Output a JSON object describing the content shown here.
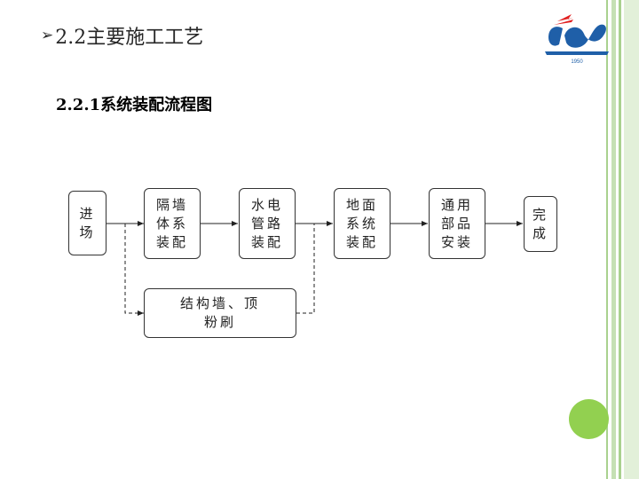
{
  "header": {
    "title": "2.2主要施工工艺",
    "arrow_glyph": "➢"
  },
  "logo": {
    "year": "1950"
  },
  "section": {
    "title": "2.2.1系统装配流程图"
  },
  "flow": {
    "start": "进\n场",
    "steps": [
      "隔墙\n体系\n装配",
      "水电\n管路\n装配",
      "地面\n系统\n装配",
      "通用\n部品\n安装"
    ],
    "end": "完\n成",
    "branch": "结构墙、顶\n粉刷"
  },
  "colors": {
    "stripe_green": "#a9d18e",
    "circle_green": "#92d050",
    "logo_blue": "#1f5fa8",
    "logo_red": "#e02020"
  }
}
